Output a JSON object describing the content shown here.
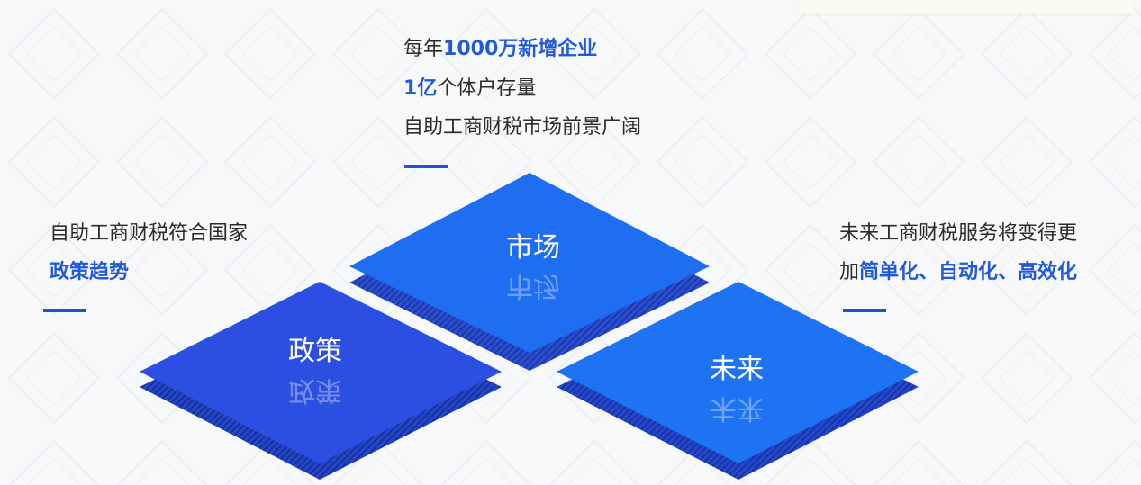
{
  "colors": {
    "accent": "#2259d6",
    "market_top": "#1f6df0",
    "market_side": "#2b4fd0",
    "policy_top": "#2b4fe0",
    "policy_side": "#2447c8",
    "future_top": "#1e73f2",
    "future_side": "#2547cc"
  },
  "market": {
    "line1_prefix": "每年",
    "line1_highlight": "1000万新增企业",
    "line2_highlight": "1亿",
    "line2_suffix": "个体户存量",
    "line3": "自助工商财税市场前景广阔",
    "diamond_label": "市场"
  },
  "policy": {
    "line1": "自助工商财税符合国家",
    "line2_highlight": "政策趋势",
    "diamond_label": "政策"
  },
  "future": {
    "line1": "未来工商财税服务将变得更",
    "line2_prefix": "加",
    "line2_highlight": "简单化、自动化、高效化",
    "diamond_label": "未来"
  }
}
